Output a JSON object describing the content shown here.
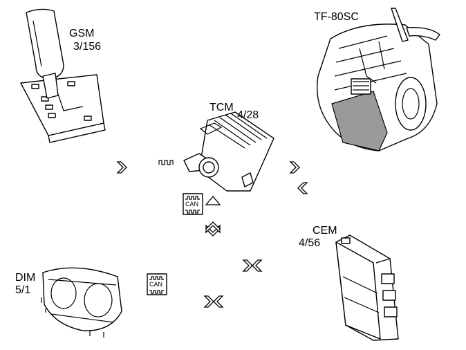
{
  "components": {
    "gsm": {
      "name": "GSM",
      "ref": "3/156"
    },
    "tcm": {
      "name": "TCM",
      "ref": "4/28"
    },
    "transmission": {
      "name": "TF-80SC"
    },
    "cem": {
      "name": "CEM",
      "ref": "4/56"
    },
    "dim": {
      "name": "DIM",
      "ref": "5/1"
    }
  },
  "badges": {
    "can_upper": "CAN",
    "can_lower": "CAN"
  },
  "colors": {
    "line": "#000000",
    "fill": "#ffffff",
    "shade": "#9a9a9a"
  }
}
